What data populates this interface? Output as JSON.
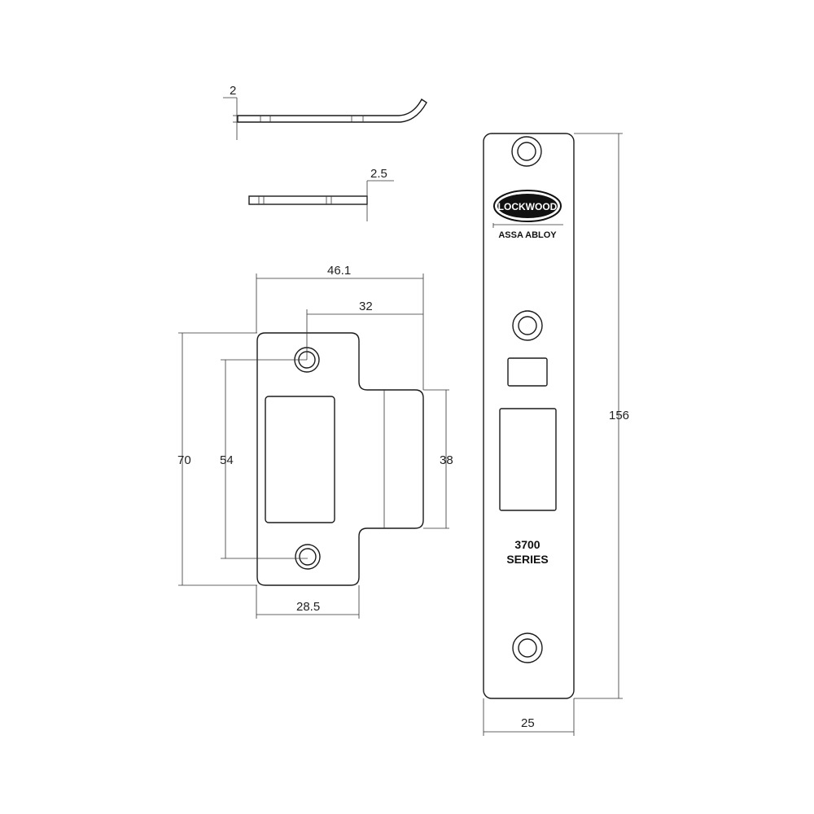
{
  "colors": {
    "line": "#1a1a1a",
    "dimension_line": "#333333",
    "background": "#ffffff"
  },
  "dimensions": {
    "short_plate_thickness": "2",
    "flat_plate_thickness": "2.5",
    "overall_width": "46.1",
    "hole_to_lip": "32",
    "height": "70",
    "hole_centers": "54",
    "lip_height": "38",
    "plate_width": "28.5",
    "long_plate_height": "156",
    "long_plate_width": "25"
  },
  "branding": {
    "logo_text": "LOCKWOOD",
    "company": "ASSA ABLOY",
    "series_number": "3700",
    "series_label": "SERIES"
  }
}
